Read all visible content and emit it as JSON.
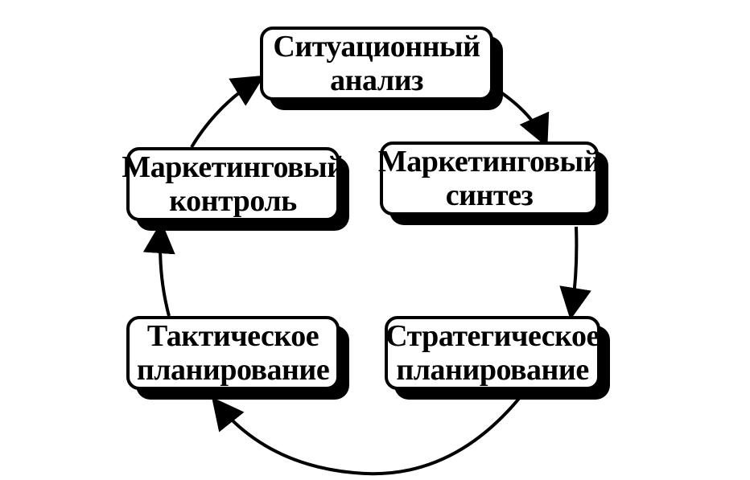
{
  "diagram": {
    "nodes": {
      "situation": {
        "line1": "Ситуационный",
        "line2": "анализ"
      },
      "synthesis": {
        "line1": "Маркетинговый",
        "line2": "синтез"
      },
      "strategic": {
        "line1": "Стратегическое",
        "line2": "планирование"
      },
      "tactical": {
        "line1": "Тактическое",
        "line2": "планирование"
      },
      "control": {
        "line1": "Маркетинговый",
        "line2": "контроль"
      }
    }
  }
}
